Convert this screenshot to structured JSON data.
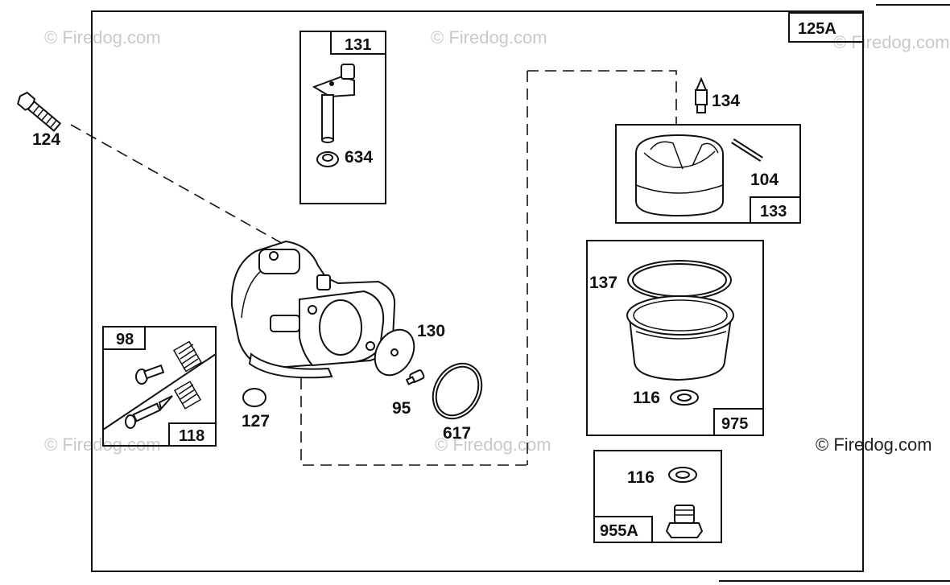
{
  "diagram": {
    "main_label": "125A",
    "callouts": {
      "bolt": "124",
      "needle_valve": "134",
      "pin": "104",
      "seat": "634",
      "plug": "127",
      "diaphragm": "130",
      "screw": "95",
      "gasket_ring": "617",
      "bowl_gasket": "137",
      "washer_975": "116",
      "washer_955a": "116"
    },
    "kit_labels": {
      "throttle_kit": "131",
      "float_kit": "133",
      "idle_screw_kit": "98",
      "mixture_kit": "118",
      "bowl_kit": "975",
      "bowl_nut_kit": "955A"
    },
    "watermark": "© Firedog.com"
  }
}
